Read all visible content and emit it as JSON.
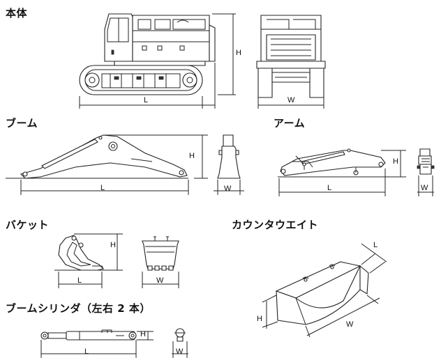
{
  "sections": {
    "body": {
      "title": "本体",
      "L": "L",
      "W": "W",
      "H": "H"
    },
    "boom": {
      "title": "ブーム",
      "L": "L",
      "W": "W",
      "H": "H"
    },
    "arm": {
      "title": "アーム",
      "L": "L",
      "W": "W",
      "H": "H"
    },
    "bucket": {
      "title": "バケット",
      "L": "L",
      "W": "W",
      "H": "H"
    },
    "counterweight": {
      "title": "カウンタウエイト",
      "L": "L",
      "W": "W",
      "H": "H"
    },
    "boom_cylinder": {
      "title": "ブームシリンダ（左右 2 本）",
      "L": "L",
      "W": "W",
      "H": "H"
    }
  }
}
